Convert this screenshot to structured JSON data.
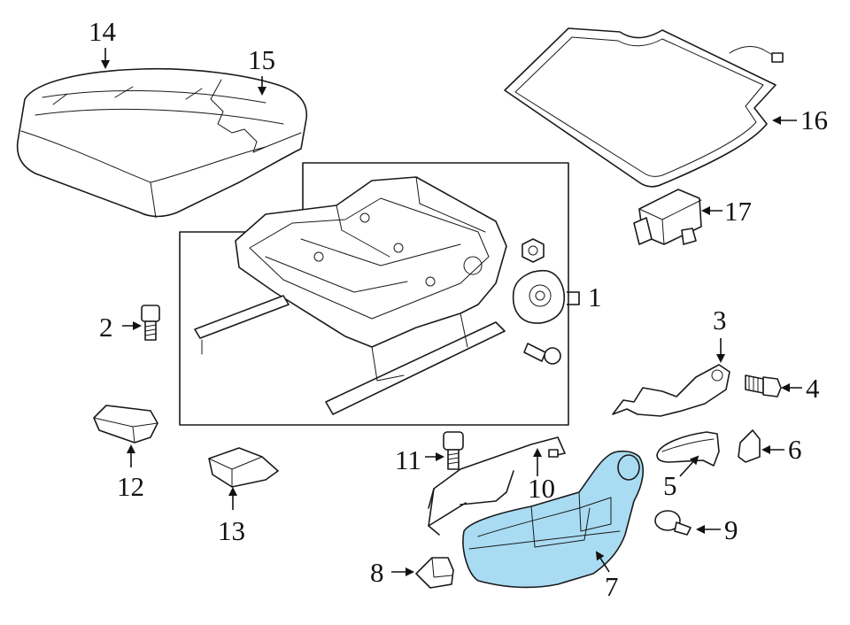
{
  "diagram": {
    "highlight_color": "#a9dcf3",
    "line_color": "#1a1a1a",
    "callouts": [
      {
        "id": "1",
        "label": "1"
      },
      {
        "id": "2",
        "label": "2"
      },
      {
        "id": "3",
        "label": "3"
      },
      {
        "id": "4",
        "label": "4"
      },
      {
        "id": "5",
        "label": "5"
      },
      {
        "id": "6",
        "label": "6"
      },
      {
        "id": "7",
        "label": "7"
      },
      {
        "id": "8",
        "label": "8"
      },
      {
        "id": "9",
        "label": "9"
      },
      {
        "id": "10",
        "label": "10"
      },
      {
        "id": "11",
        "label": "11"
      },
      {
        "id": "12",
        "label": "12"
      },
      {
        "id": "13",
        "label": "13"
      },
      {
        "id": "14",
        "label": "14"
      },
      {
        "id": "15",
        "label": "15"
      },
      {
        "id": "16",
        "label": "16"
      },
      {
        "id": "17",
        "label": "17"
      }
    ]
  }
}
